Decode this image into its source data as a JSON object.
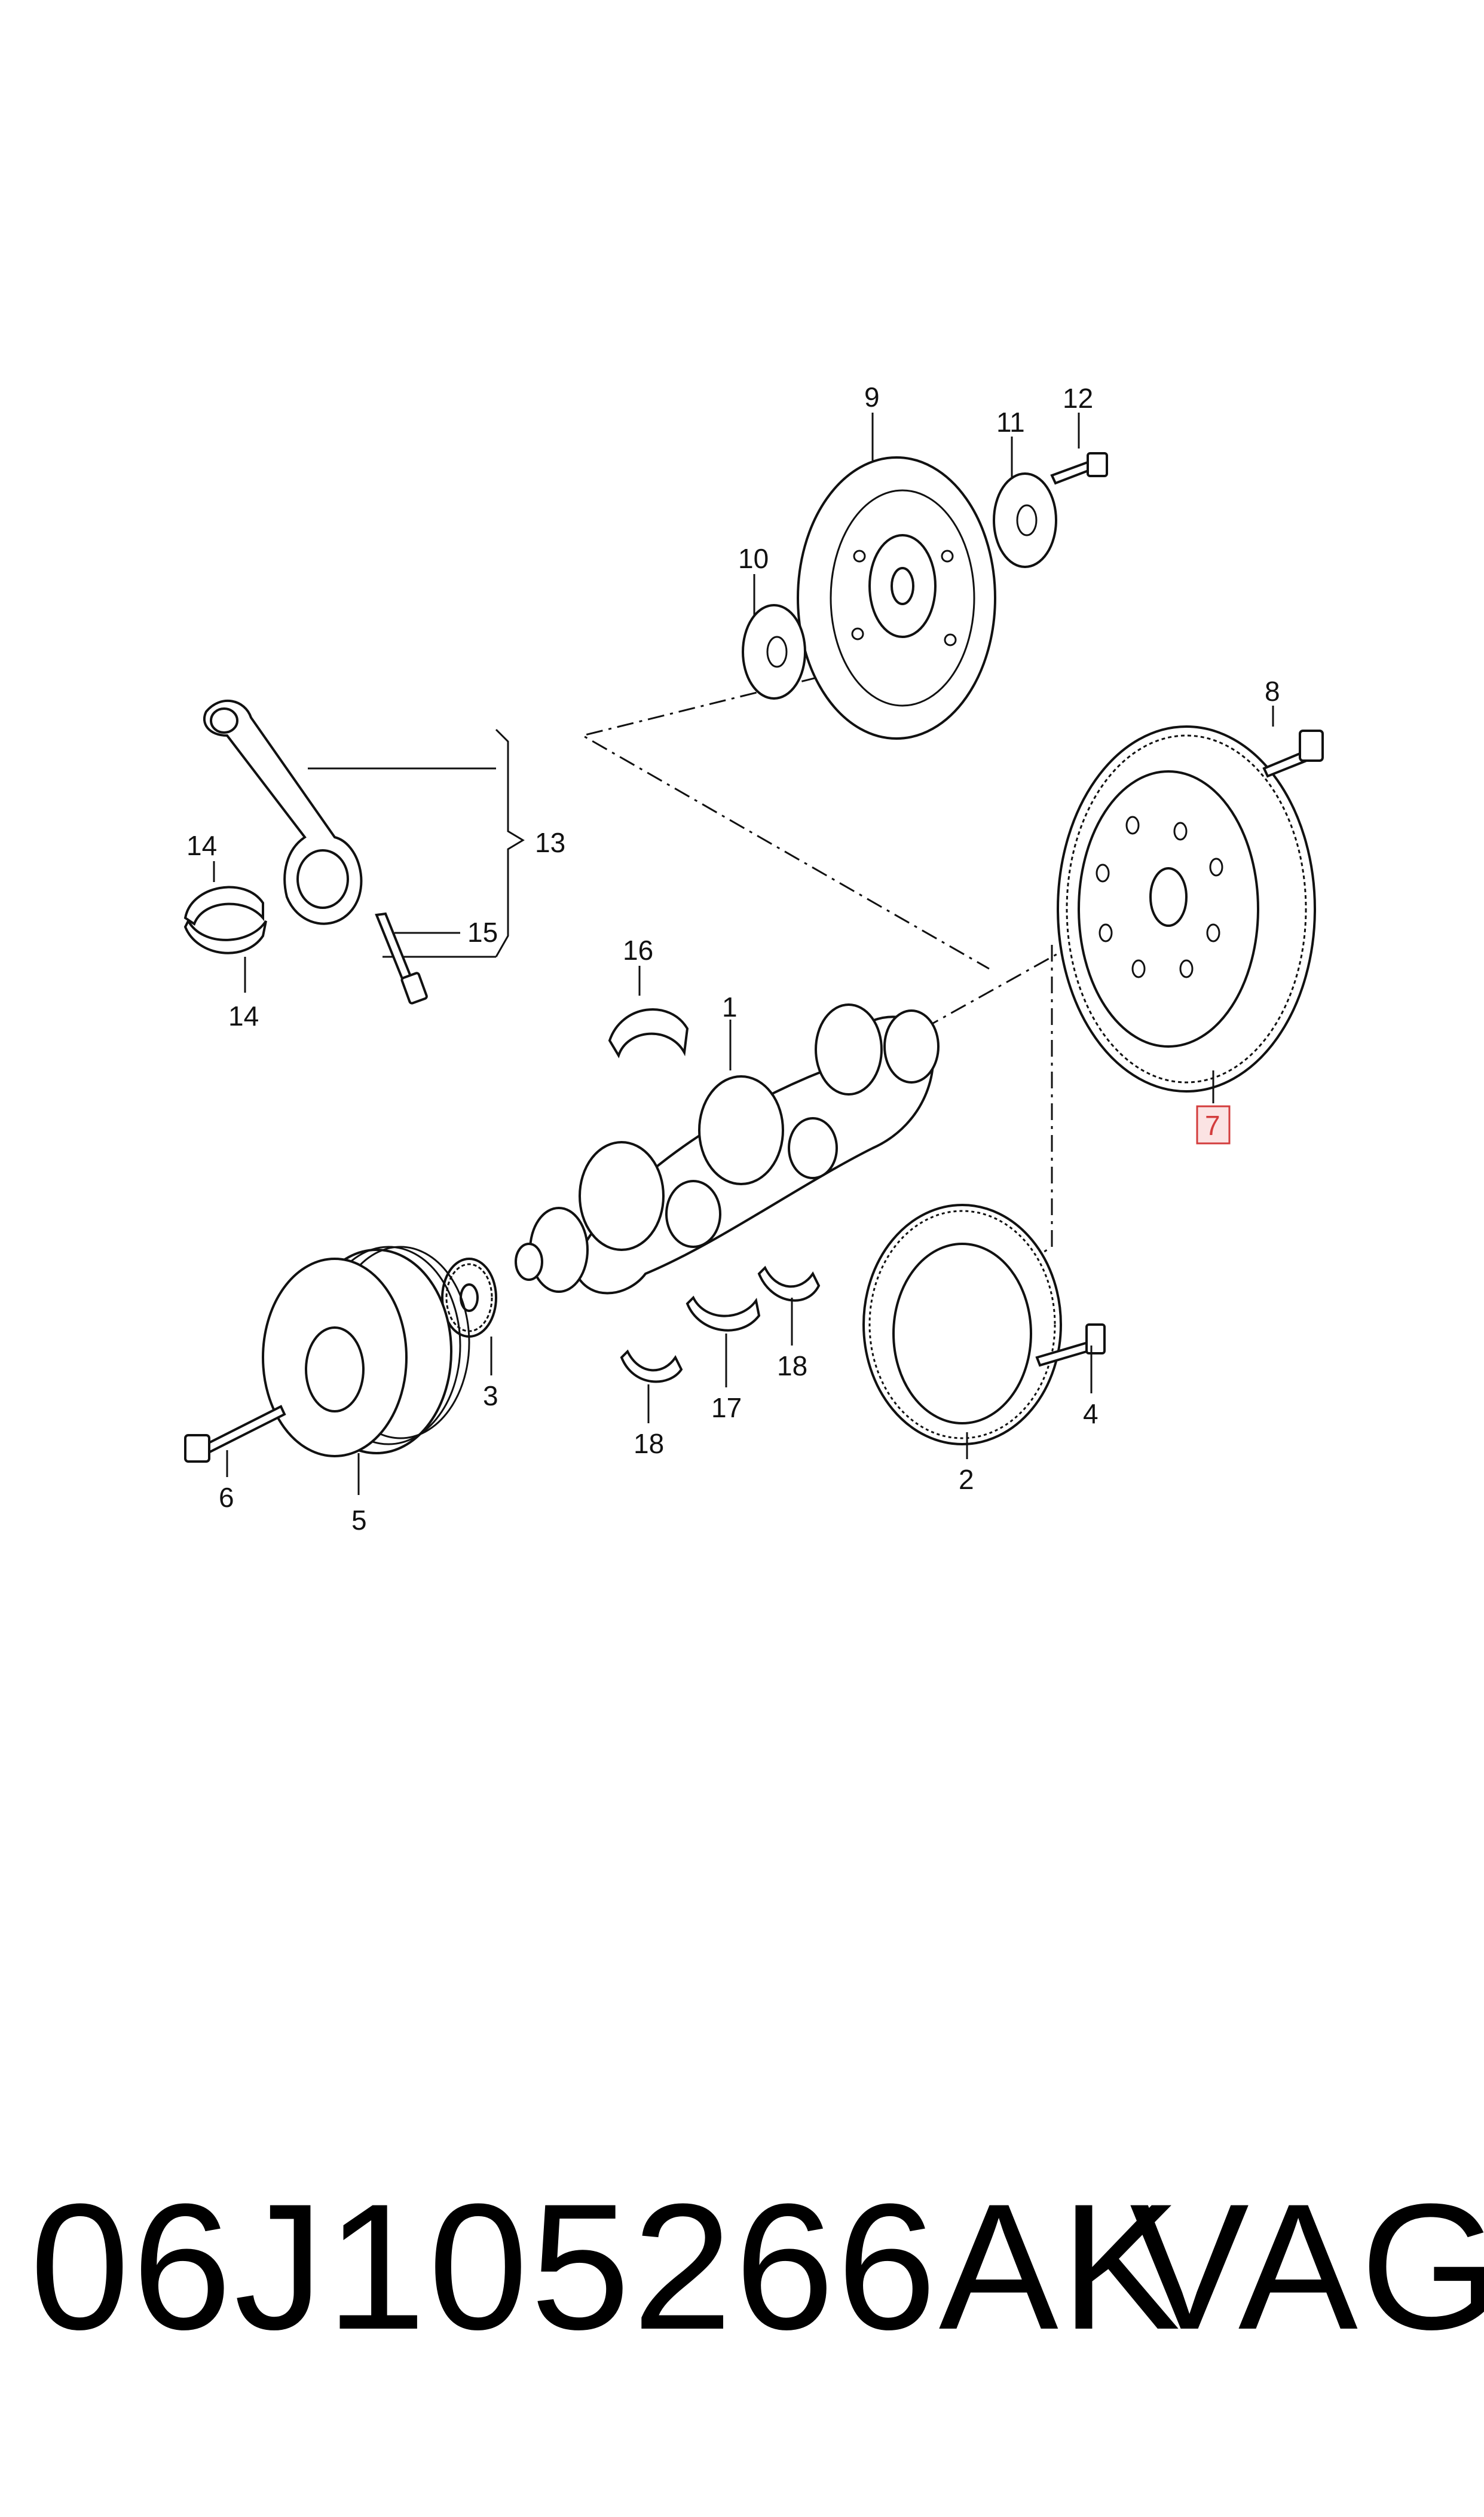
{
  "labels": {
    "l1": "1",
    "l2": "2",
    "l3": "3",
    "l4": "4",
    "l5": "5",
    "l6": "6",
    "l7": "7",
    "l8": "8",
    "l9": "9",
    "l10": "10",
    "l11": "11",
    "l12": "12",
    "l13": "13",
    "l14a": "14",
    "l14b": "14",
    "l15": "15",
    "l16": "16",
    "l17": "17",
    "l18a": "18",
    "l18b": "18"
  },
  "highlight": {
    "label": "7",
    "color": "#d33c3c"
  },
  "footer": {
    "part_number": "06J105266AK",
    "brand": "VAG"
  }
}
